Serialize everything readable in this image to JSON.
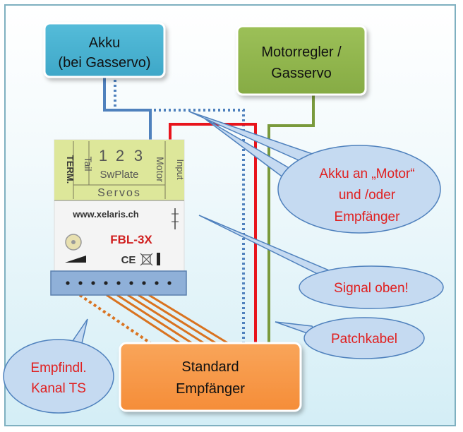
{
  "boxes": {
    "akku": {
      "line1": "Akku",
      "line2": "(bei Gasservo)"
    },
    "motorregler": {
      "line1": "Motorregler /",
      "line2": "Gasservo"
    },
    "empfaenger": {
      "line1": "Standard",
      "line2": "Empfänger"
    }
  },
  "callouts": {
    "akku_an": {
      "line1": "Akku an „Motor“",
      "line2": "und /oder",
      "line3": "Empfänger"
    },
    "signal": {
      "text": "Signal oben!"
    },
    "patchkabel": {
      "text": "Patchkabel"
    },
    "empfindl": {
      "line1": "Empfindl.",
      "line2": "Kanal TS"
    }
  },
  "device": {
    "term": "TERM.",
    "tail": "Tail",
    "num1": "1",
    "num2": "2",
    "num3": "3",
    "swplate": "SwPlate",
    "motor": "Motor",
    "input": "Input",
    "servos": "Servos",
    "url": "www.xelaris.ch",
    "model": "FBL-3X",
    "ce": "CE"
  },
  "colors": {
    "akku_box": "#3ea7c8",
    "motor_box": "#8cb14a",
    "receiver_box": "#f79645",
    "callout_fill": "#c5daf1",
    "callout_text": "#e02020",
    "wire_red": "#e8141c",
    "wire_green": "#7a9a3c",
    "wire_blue": "#4f81bd",
    "wire_orange": "#d97320"
  }
}
